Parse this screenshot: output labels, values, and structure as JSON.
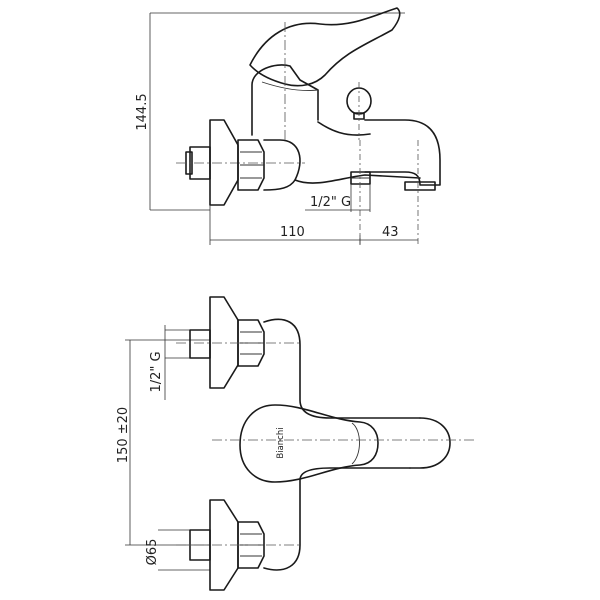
{
  "drawing": {
    "side_view": {
      "height_dim": "144.5",
      "thread_dim": "1/2\" G",
      "depth_dim": "110",
      "spout_dim": "43"
    },
    "front_view": {
      "thread_dim": "1/2\" G",
      "center_distance_dim": "150 ±20",
      "flange_dim": "Ø65",
      "brand_text": "Bianchi"
    }
  },
  "colors": {
    "line": "#1a1a1a",
    "background": "#ffffff"
  }
}
